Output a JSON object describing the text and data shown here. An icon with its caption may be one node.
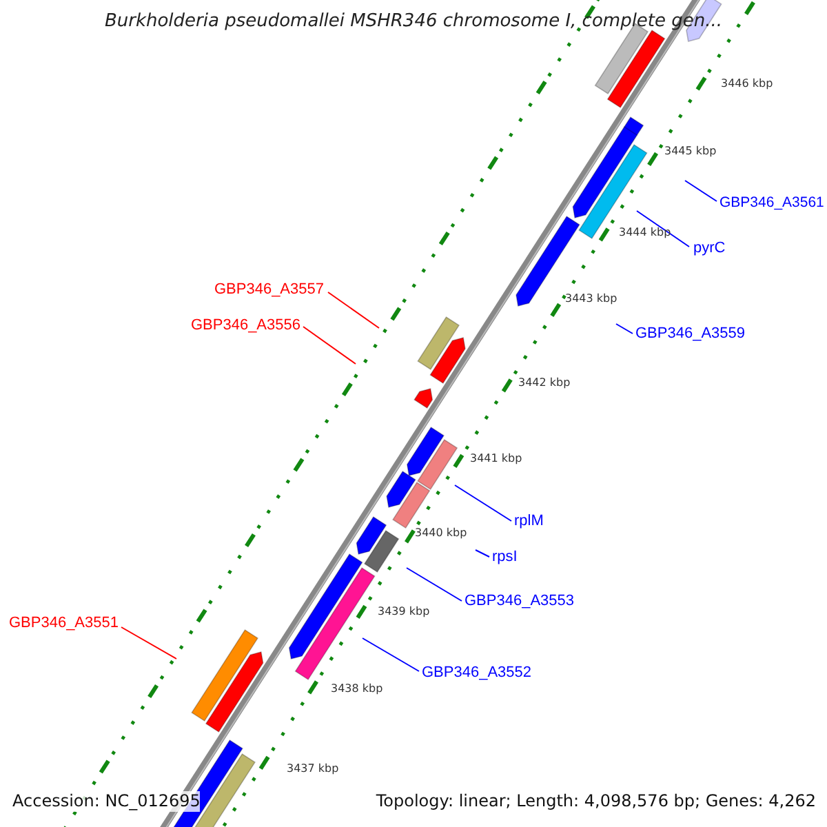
{
  "diagram": {
    "title": "Burkholderia pseudomallei MSHR346 chromosome I, complete gen...",
    "nodes": [
      {
        "text": [
          "GBP346_A3561"
        ]
      },
      {
        "text": [
          "pyrC"
        ]
      },
      {
        "text": [
          "GBP346_A3557"
        ]
      },
      {
        "text": [
          "GBP346_A3559"
        ]
      },
      {
        "text": [
          "GBP346_A3556"
        ]
      },
      {
        "text": [
          "rplM"
        ]
      },
      {
        "text": [
          "rpsI"
        ]
      },
      {
        "text": [
          "GBP346_A3553"
        ]
      },
      {
        "text": [
          "GBP346_A3551"
        ]
      },
      {
        "text": [
          "GBP346_A3552"
        ]
      }
    ],
    "edges": [
      {
        "from": 0,
        "to": null,
        "arrow": "none"
      },
      {
        "from": 1,
        "to": null,
        "arrow": "none"
      },
      {
        "from": 2,
        "to": null,
        "arrow": "none",
        "color": "#ff0000"
      },
      {
        "from": 3,
        "to": null,
        "arrow": "none"
      },
      {
        "from": 4,
        "to": null,
        "arrow": "none",
        "color": "#ff0000"
      },
      {
        "from": 5,
        "to": null,
        "arrow": "none"
      },
      {
        "from": 6,
        "to": null,
        "arrow": "none"
      },
      {
        "from": 7,
        "to": null,
        "arrow": "none"
      },
      {
        "from": 8,
        "to": null,
        "arrow": "none",
        "color": "#ff0000"
      },
      {
        "from": 9,
        "to": null,
        "arrow": "none"
      }
    ],
    "labels": [
      "3446 kbp",
      "3445 kbp",
      "3444 kbp",
      "3443 kbp",
      "3442 kbp",
      "3441 kbp",
      "3440 kbp",
      "3439 kbp",
      "3438 kbp",
      "3437 kbp",
      "Accession: NC_012695",
      "Topology: linear; Length: 4,098,576 bp; Genes: 4,262"
    ]
  }
}
